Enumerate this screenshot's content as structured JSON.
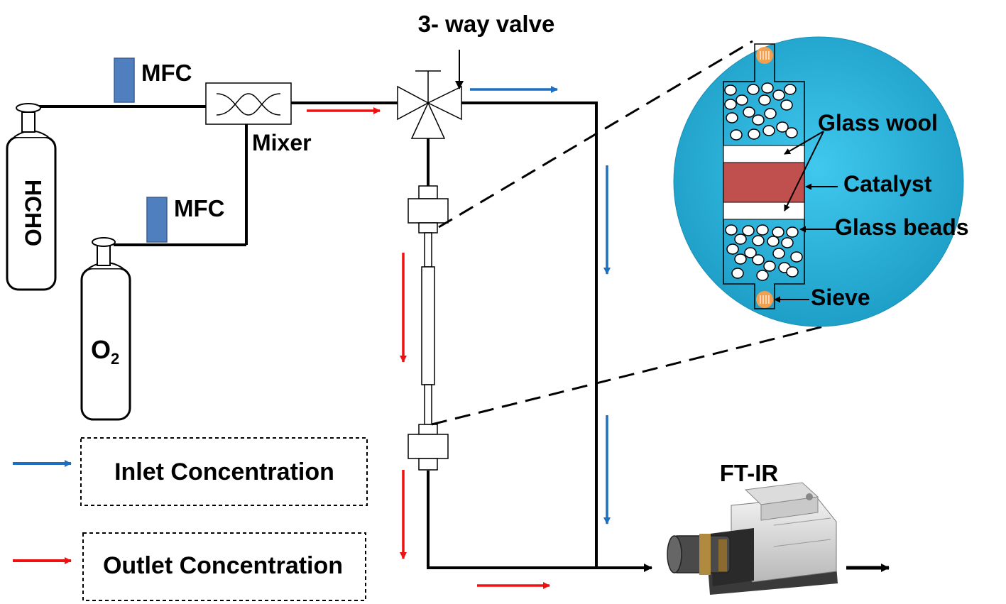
{
  "labels": {
    "valve": "3- way valve",
    "mfc_top": "MFC",
    "mfc_bottom": "MFC",
    "mixer": "Mixer",
    "hcho": "HCHO",
    "o2_main": "O",
    "o2_sub": "2",
    "glass_wool": "Glass wool",
    "catalyst": "Catalyst",
    "glass_beads": "Glass beads",
    "sieve": "Sieve",
    "ftir": "FT-IR"
  },
  "legend": {
    "inlet": "Inlet Concentration",
    "outlet": "Outlet Concentration"
  },
  "colors": {
    "inlet_arrow": "#1f6fc1",
    "outlet_arrow": "#ee1111",
    "mfc": "#4f7fbf",
    "zoom_circle": "#2bb7dd",
    "catalyst": "#c0504d",
    "sieve": "#f0a050"
  }
}
